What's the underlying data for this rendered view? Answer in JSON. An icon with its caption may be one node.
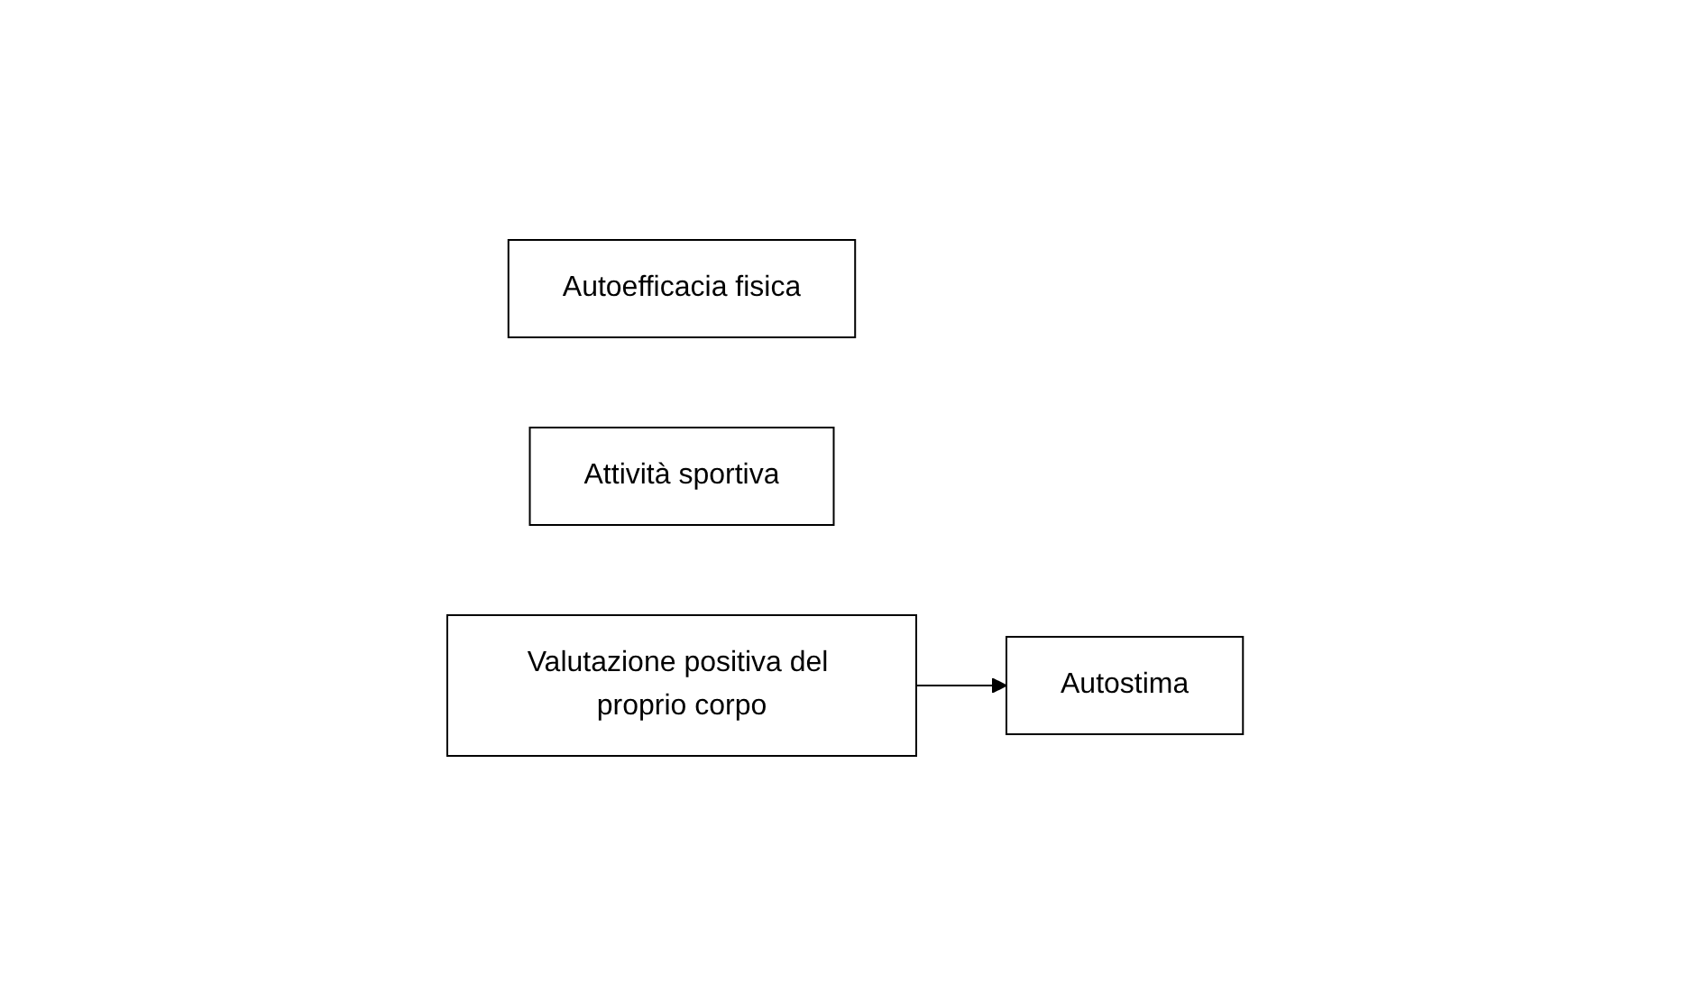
{
  "diagram": {
    "nodes": [
      {
        "text": [
          "Autoefficacia fisica"
        ]
      },
      {
        "text": [
          "Attività sportiva"
        ]
      },
      {
        "text": [
          "Autostima"
        ]
      },
      {
        "text": [
          "Valutazione positiva del proprio corpo"
        ]
      }
    ],
    "edges": [
      {
        "from": 3,
        "to": 2,
        "arrow": "to"
      }
    ]
  }
}
